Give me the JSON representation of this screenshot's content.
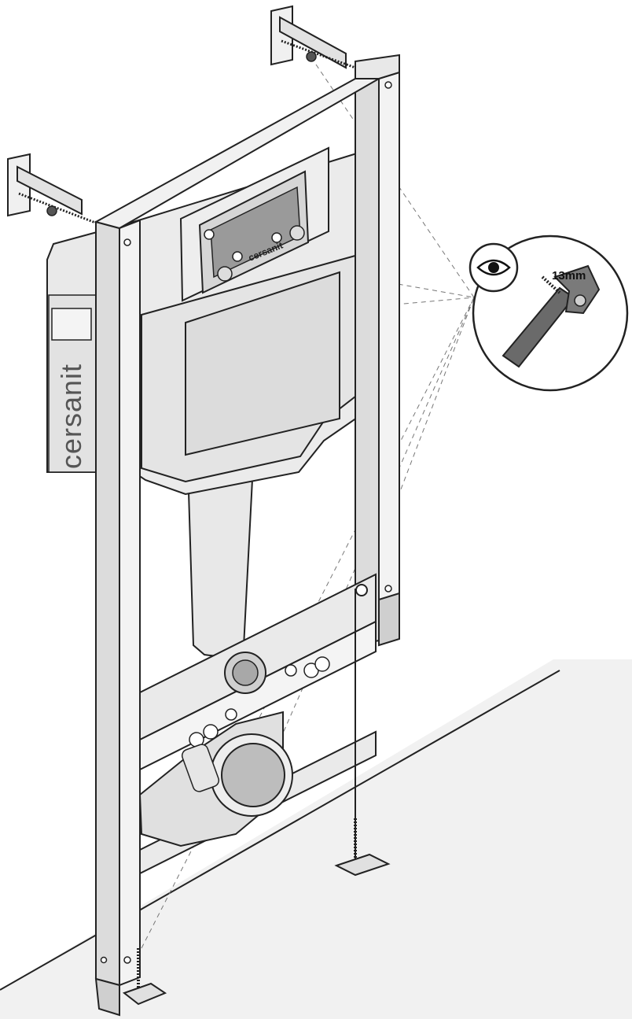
{
  "brand": {
    "tank_label": "cersanit",
    "plate_label": "cersanit"
  },
  "callout": {
    "wrench_size": "13mm",
    "icon": "eye-icon"
  },
  "colors": {
    "line": "#222222",
    "panel": "#e6e6e6",
    "panel_dark": "#bcbcbc",
    "floor": "#f0f0f0",
    "window": "#9a9a9a"
  }
}
